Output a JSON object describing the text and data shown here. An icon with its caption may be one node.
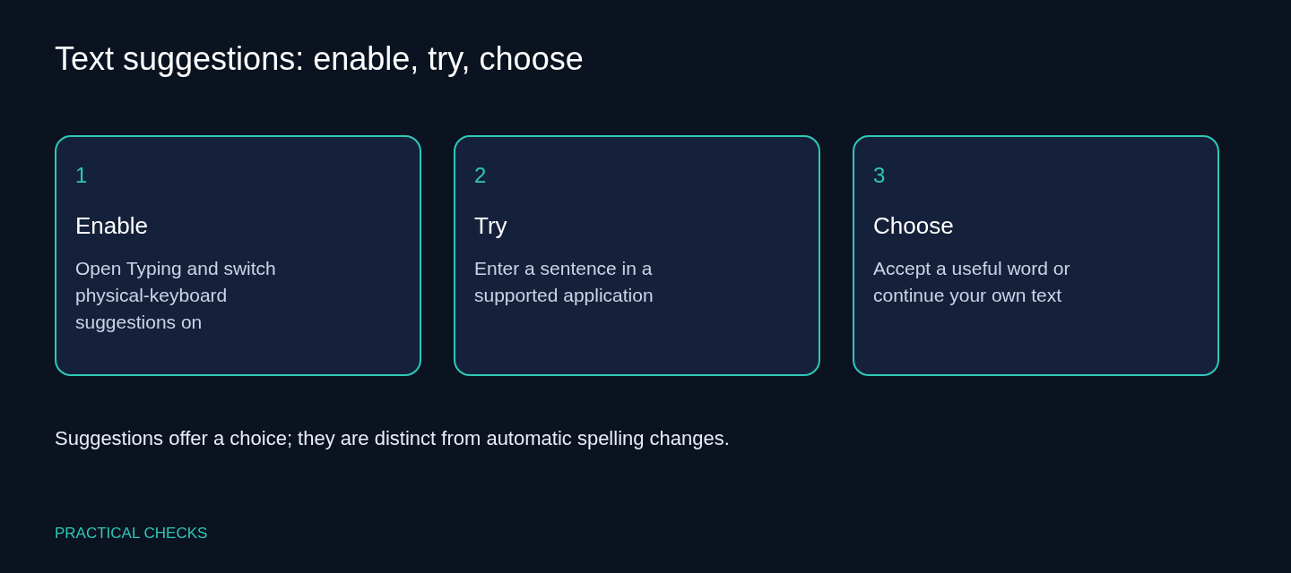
{
  "diagram": {
    "title": "Text suggestions: enable, try, choose",
    "nodes": [
      {
        "text": [
          "1",
          "Enable",
          "Open Typing and switch physical-keyboard suggestions on"
        ]
      },
      {
        "text": [
          "2",
          "Try",
          "Enter a sentence in a supported application"
        ]
      },
      {
        "text": [
          "3",
          "Choose",
          "Accept a useful word or continue your own text"
        ]
      }
    ],
    "edges": [],
    "caption": "Suggestions offer a choice; they are distinct from automatic spelling changes.",
    "labels": [
      "PRACTICAL CHECKS"
    ]
  }
}
